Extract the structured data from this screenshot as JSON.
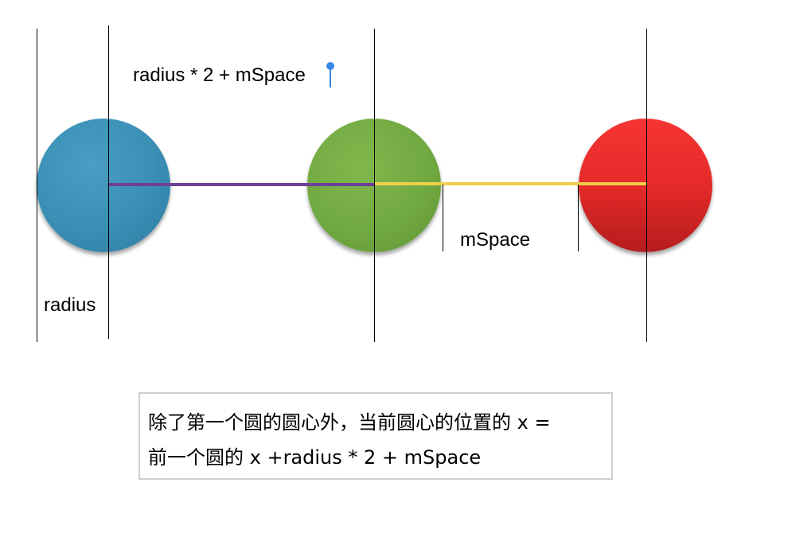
{
  "diagram": {
    "labels": {
      "top_formula": "radius * 2 + mSpace",
      "radius": "radius",
      "mspace": "mSpace"
    },
    "circles": [
      {
        "name": "blue",
        "color": "#3a8fb5"
      },
      {
        "name": "green",
        "color": "#72aa42"
      },
      {
        "name": "red",
        "color": "#e52a29"
      }
    ],
    "connectors": [
      {
        "name": "purple",
        "color": "#6f3f97"
      },
      {
        "name": "yellow",
        "color": "#f0cf4a"
      }
    ]
  },
  "note": {
    "line1": "除了第一个圆的圆心外，当前圆心的位置的 x =",
    "line2": "前一个圆的 x +radius * 2 + mSpace"
  }
}
